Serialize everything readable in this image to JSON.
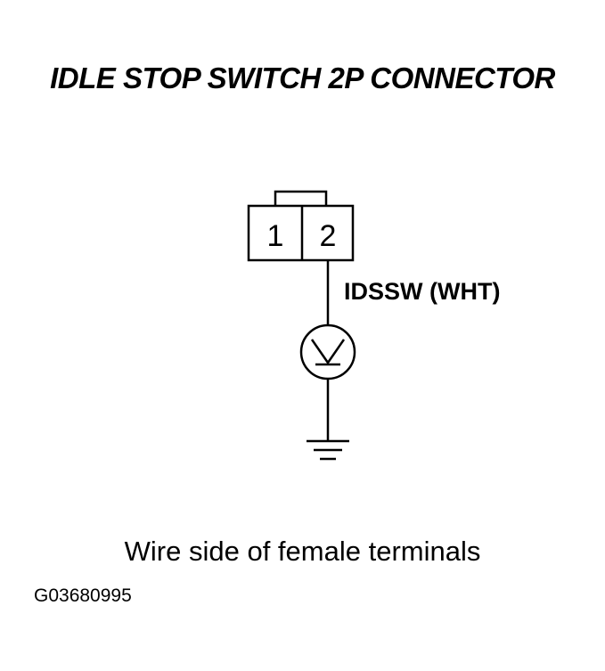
{
  "title": "IDLE STOP SWITCH 2P CONNECTOR",
  "connector": {
    "pins": [
      "1",
      "2"
    ],
    "probed_pin": "2"
  },
  "wire_label": "IDSSW (WHT)",
  "meter_symbol": "voltmeter-icon",
  "ground_symbol": "ground-icon",
  "caption": "Wire side of female terminals",
  "figure_id": "G03680995"
}
